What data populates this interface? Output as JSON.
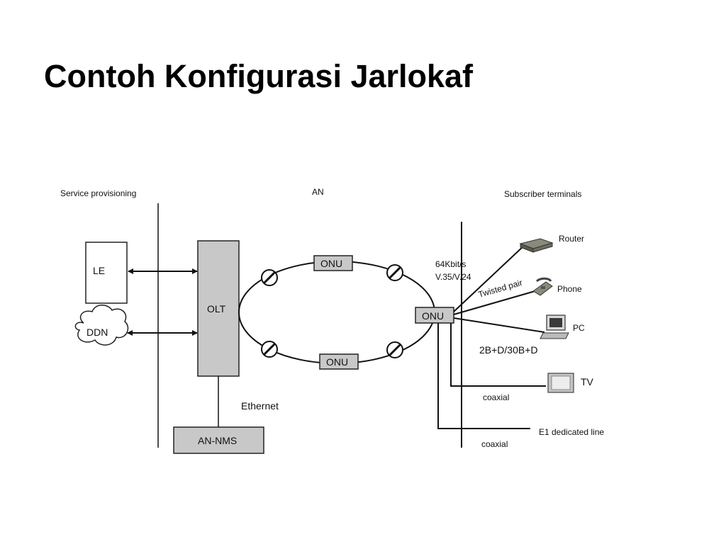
{
  "slide": {
    "title": "Contoh Konfigurasi Jarlokaf"
  },
  "diagram": {
    "sections": {
      "service_provisioning": "Service provisioning",
      "an": "AN",
      "subscriber_terminals": "Subscriber terminals"
    },
    "nodes": {
      "le": "LE",
      "ddn": "DDN",
      "olt": "OLT",
      "onu_top": "ONU",
      "onu_bottom": "ONU",
      "onu_right": "ONU",
      "an_nms": "AN-NMS"
    },
    "link_labels": {
      "ethernet": "Ethernet",
      "rate_line1": "64Kbit/s",
      "rate_line2": "V.35/V.24",
      "twisted_pair": "Twisted pair",
      "isdn": "2B+D/30B+D",
      "coaxial_1": "coaxial",
      "coaxial_2": "coaxial"
    },
    "terminals": {
      "router": "Router",
      "phone": "Phone",
      "pc": "PC",
      "tv": "TV",
      "e1": "E1 dedicated line"
    }
  }
}
